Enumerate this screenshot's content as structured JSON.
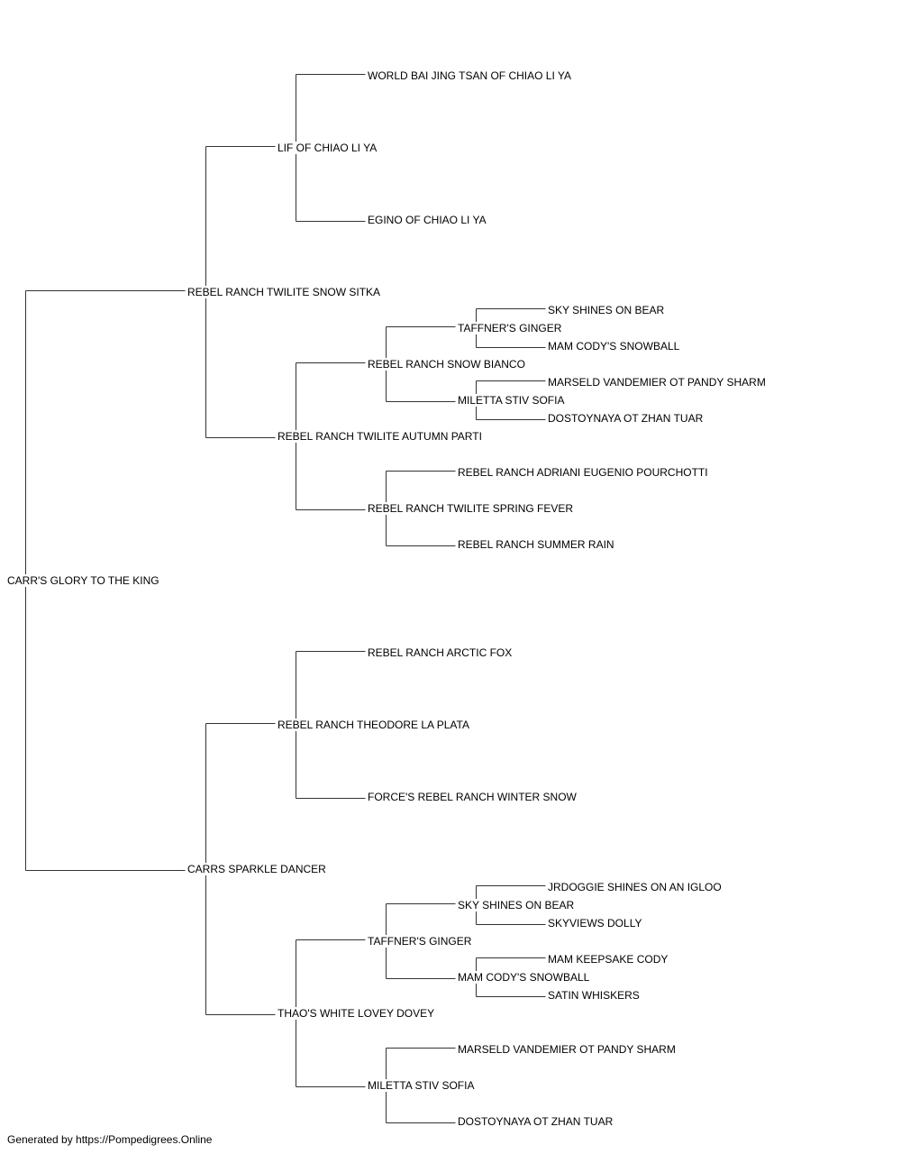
{
  "pedigree": {
    "name": "CARR'S GLORY TO THE KING",
    "sire": {
      "name": "REBEL RANCH TWILITE SNOW SITKA",
      "sire": {
        "name": "LIF OF CHIAO LI YA",
        "sire": {
          "name": "WORLD BAI JING TSAN OF CHIAO LI YA"
        },
        "dam": {
          "name": "EGINO OF CHIAO LI YA"
        }
      },
      "dam": {
        "name": "REBEL RANCH TWILITE AUTUMN PARTI",
        "sire": {
          "name": "REBEL RANCH SNOW BIANCO",
          "sire": {
            "name": "TAFFNER'S GINGER",
            "sire": {
              "name": "SKY SHINES ON BEAR"
            },
            "dam": {
              "name": "MAM CODY'S SNOWBALL"
            }
          },
          "dam": {
            "name": "MILETTA STIV SOFIA",
            "sire": {
              "name": "MARSELD VANDEMIER OT PANDY SHARM"
            },
            "dam": {
              "name": "DOSTOYNAYA OT ZHAN TUAR"
            }
          }
        },
        "dam": {
          "name": "REBEL RANCH TWILITE SPRING FEVER",
          "sire": {
            "name": "REBEL RANCH ADRIANI EUGENIO POURCHOTTI"
          },
          "dam": {
            "name": "REBEL RANCH SUMMER RAIN"
          }
        }
      }
    },
    "dam": {
      "name": "CARRS SPARKLE DANCER",
      "sire": {
        "name": "REBEL RANCH THEODORE LA PLATA",
        "sire": {
          "name": "REBEL RANCH ARCTIC FOX"
        },
        "dam": {
          "name": "FORCE'S REBEL RANCH WINTER SNOW"
        }
      },
      "dam": {
        "name": "THAO'S WHITE LOVEY DOVEY",
        "sire": {
          "name": "TAFFNER'S GINGER",
          "sire": {
            "name": "SKY SHINES ON BEAR",
            "sire": {
              "name": "JRDOGGIE SHINES ON AN IGLOO"
            },
            "dam": {
              "name": "SKYVIEWS DOLLY"
            }
          },
          "dam": {
            "name": "MAM CODY'S SNOWBALL",
            "sire": {
              "name": "MAM KEEPSAKE CODY"
            },
            "dam": {
              "name": "SATIN WHISKERS"
            }
          }
        },
        "dam": {
          "name": "MILETTA STIV SOFIA",
          "sire": {
            "name": "MARSELD VANDEMIER OT PANDY SHARM"
          },
          "dam": {
            "name": "DOSTOYNAYA OT ZHAN TUAR"
          }
        }
      }
    }
  },
  "footer": "Generated by https://Pompedigrees.Online",
  "colors": {
    "line": "#333333",
    "text": "#000000",
    "background": "#ffffff"
  }
}
